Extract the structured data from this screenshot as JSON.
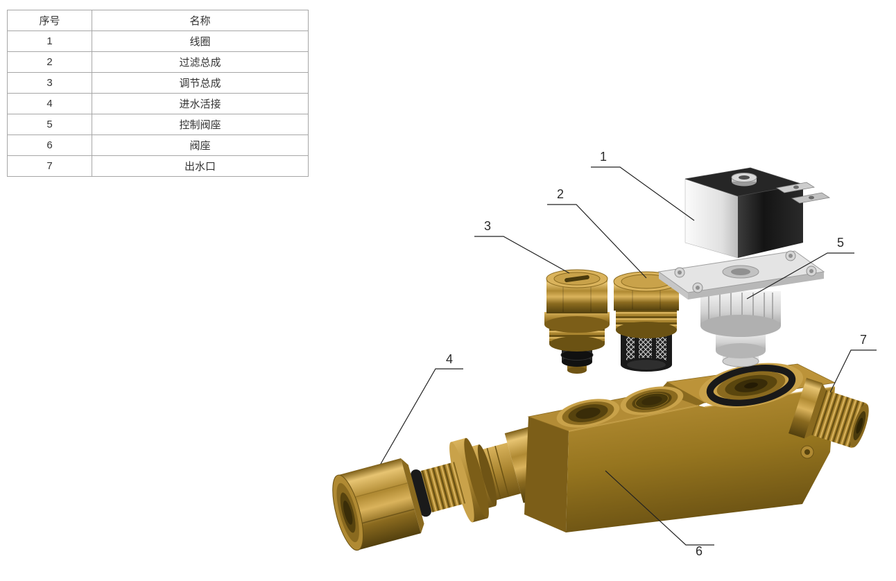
{
  "table": {
    "headers": {
      "no": "序号",
      "name": "名称"
    },
    "rows": [
      {
        "no": "1",
        "name": "线圈"
      },
      {
        "no": "2",
        "name": "过滤总成"
      },
      {
        "no": "3",
        "name": "调节总成"
      },
      {
        "no": "4",
        "name": "进水活接"
      },
      {
        "no": "5",
        "name": "控制阀座"
      },
      {
        "no": "6",
        "name": "阀座"
      },
      {
        "no": "7",
        "name": "出水口"
      }
    ]
  },
  "diagram": {
    "callouts": [
      {
        "label": "1"
      },
      {
        "label": "2"
      },
      {
        "label": "3"
      },
      {
        "label": "4"
      },
      {
        "label": "5"
      },
      {
        "label": "6"
      },
      {
        "label": "7"
      }
    ],
    "colors": {
      "brass_light": "#d9b35c",
      "brass_mid": "#a9842f",
      "brass_dark": "#6b5213",
      "coil_black": "#1c1c1c",
      "plastic_gray": "#e4e4e4",
      "oring_black": "#1a1a1a",
      "leader_line": "#222222"
    }
  }
}
